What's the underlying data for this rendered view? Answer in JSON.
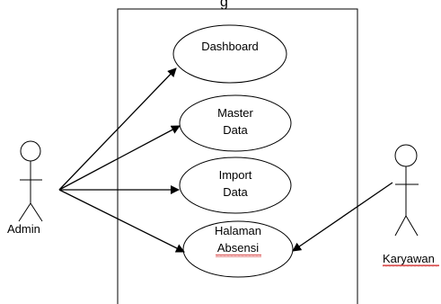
{
  "diagram": {
    "system_title_fragment": "g",
    "actors": {
      "admin": {
        "label": "Admin"
      },
      "karyawan": {
        "label": "Karyawan",
        "spellcheck_underline": true
      }
    },
    "use_cases": [
      {
        "id": "dashboard",
        "lines": [
          "Dashboard"
        ]
      },
      {
        "id": "master-data",
        "lines": [
          "Master",
          "Data"
        ]
      },
      {
        "id": "import-data",
        "lines": [
          "Import",
          "Data"
        ]
      },
      {
        "id": "halaman-absensi",
        "lines": [
          "Halaman",
          "Absensi"
        ],
        "spellcheck_underline_line": 1
      }
    ],
    "connections": [
      {
        "from": "Admin",
        "to": "Dashboard"
      },
      {
        "from": "Admin",
        "to": "Master Data"
      },
      {
        "from": "Admin",
        "to": "Import Data"
      },
      {
        "from": "Admin",
        "to": "Halaman Absensi"
      },
      {
        "from": "Karyawan",
        "to": "Halaman Absensi"
      }
    ],
    "colors": {
      "stroke": "#000000",
      "background": "#ffffff",
      "spellcheck": "#d02020"
    }
  }
}
